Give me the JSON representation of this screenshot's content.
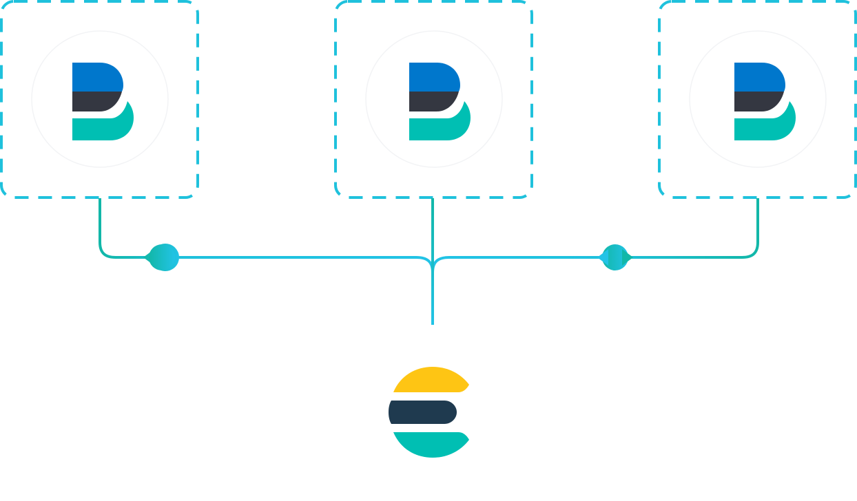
{
  "diagram": {
    "nodes": [
      {
        "id": "beats-agent-left",
        "type": "beats-logo",
        "container": "dashed-box"
      },
      {
        "id": "beats-agent-center",
        "type": "beats-logo",
        "container": "dashed-box"
      },
      {
        "id": "beats-agent-right",
        "type": "beats-logo",
        "container": "dashed-box"
      },
      {
        "id": "elasticsearch-node",
        "type": "elasticsearch-logo"
      }
    ],
    "edges": [
      {
        "from": "beats-agent-left",
        "to": "elasticsearch-node",
        "marker": "diamond"
      },
      {
        "from": "beats-agent-center",
        "to": "elasticsearch-node"
      },
      {
        "from": "beats-agent-right",
        "to": "elasticsearch-node",
        "marker": "diamond"
      }
    ]
  },
  "colors": {
    "dashed_border": "#1fc1dc",
    "connector_teal": "#12b7a8",
    "connector_cyan": "#22c3e6",
    "beats_blue": "#0077cc",
    "beats_dark": "#343741",
    "beats_teal": "#00bfb3",
    "es_yellow": "#fec514",
    "es_dark": "#1f3a4f",
    "es_teal": "#00bfb3",
    "logo_circle_stroke": "#f2f3f5"
  }
}
